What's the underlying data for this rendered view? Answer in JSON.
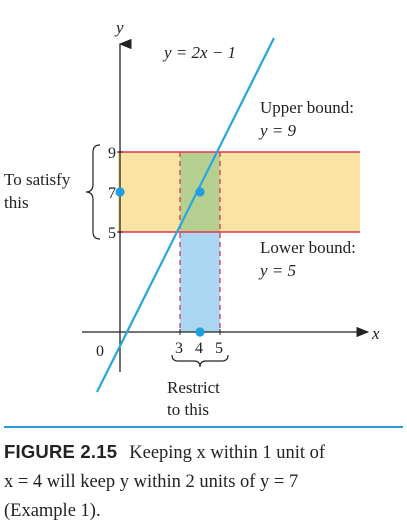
{
  "colors": {
    "band_yellow": "#fbe3a3",
    "band_green": "#b4cf8f",
    "band_blue": "#acd7f2",
    "bound_line": "#e3344e",
    "graph_line": "#27a6e0",
    "point": "#1f9ee0",
    "axis": "#222222"
  },
  "axes": {
    "x_label": "x",
    "y_label": "y",
    "origin_label": "0"
  },
  "line_label": "y = 2x − 1",
  "y_ticks": [
    "9",
    "7",
    "5"
  ],
  "x_ticks": [
    "3",
    "4",
    "5"
  ],
  "upper_bound": {
    "title": "Upper bound:",
    "eq": "y = 9"
  },
  "lower_bound": {
    "title": "Lower bound:",
    "eq": "y = 5"
  },
  "left_note": {
    "line1": "To satisfy",
    "line2": "this"
  },
  "bottom_note": {
    "line1": "Restrict",
    "line2": "to this"
  },
  "caption": {
    "label": "FIGURE 2.15",
    "line1": "Keeping x within 1 unit of",
    "line2": "x = 4 will keep y within 2 units of y = 7",
    "line3": "(Example 1)."
  }
}
